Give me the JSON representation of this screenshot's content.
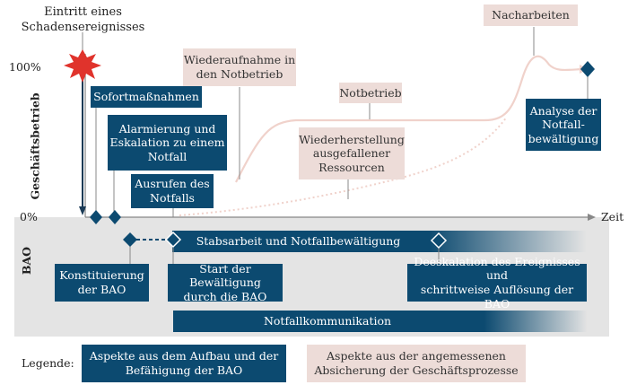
{
  "top_event": "Eintritt eines\nSchadensereignisses",
  "y_axis": {
    "label": "Geschäftsbetrieb",
    "tick_100": "100%",
    "tick_0": "0%"
  },
  "x_axis": {
    "label": "Zeit"
  },
  "bao_label": "BAO",
  "blue_boxes": {
    "sofort": "Sofortmaßnahmen",
    "alarm": "Alarmierung und\nEskalation zu einem\nNotfall",
    "ausrufen": "Ausrufen des\nNotfalls",
    "analyse": "Analyse der\nNotfall-\nbewältigung",
    "konstituierung": "Konstituierung\nder BAO",
    "start": "Start der Bewältigung\ndurch die BAO",
    "deeskalation": "Deeskalation des Ereignisses und\nschrittweise Auflösung der BAO"
  },
  "pink_boxes": {
    "nacharbeiten": "Nacharbeiten",
    "wiederaufnahme": "Wiederaufnahme in\nden Notbetrieb",
    "notbetrieb": "Notbetrieb",
    "wiederherstellung": "Wiederherstellung\nausgefallener\nRessourcen"
  },
  "bars": {
    "stabsarbeit": "Stabsarbeit und Notfallbewältigung",
    "kommunikation": "Notfallkommunikation"
  },
  "legend": {
    "title": "Legende:",
    "blue": "Aspekte aus dem Aufbau und der\nBefähigung der BAO",
    "pink": "Aspekte aus der angemessenen\nAbsicherung der Geschäftsprozesse"
  },
  "colors": {
    "blue": "#0c4a70",
    "pink": "#eddcd8",
    "grey_band": "#e4e4e4",
    "curve": "#f0d2cb",
    "burst": "#e0332c"
  }
}
